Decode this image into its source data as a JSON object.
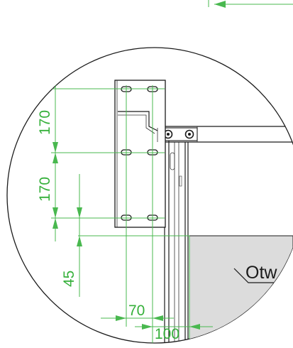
{
  "drawing": {
    "dimensions": {
      "vertical_upper": "170",
      "vertical_lower": "170",
      "offset_45": "45",
      "horizontal_70": "70",
      "horizontal_100": "100"
    },
    "callout_label": "Otw",
    "colors": {
      "dimension": "#35b03a",
      "outline": "#1a1a1a",
      "opening_fill": "#dcdcdc"
    }
  }
}
